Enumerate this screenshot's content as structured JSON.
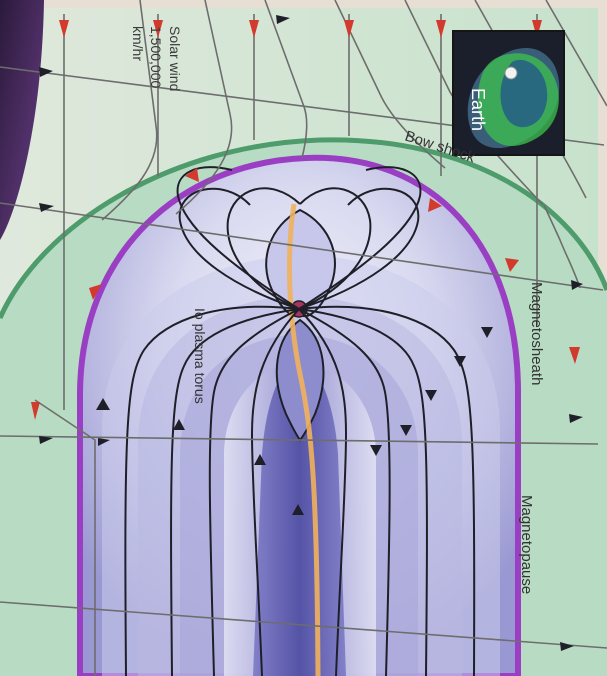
{
  "labels": {
    "solar_wind_line1": "Solar wind",
    "solar_wind_line2": "1,500,000",
    "solar_wind_line3": "km/hr",
    "bow_shock": "Bow shock",
    "magnetosheath": "Magnetosheath",
    "magnetopause": "Magnetopause",
    "io_plasma_torus": "Io plasma torus",
    "inset_earth": "Earth"
  },
  "colors": {
    "sheath_green": "#b7dcc3",
    "bow_shock_green": "#4e9b6c",
    "magnetopause_purple": "#9a3fc3",
    "field_line": "#1f1f29",
    "red_arrow": "#d23a2d",
    "equator_orange": "#f0b15c",
    "inside_lavender": "#d7d8ee"
  }
}
